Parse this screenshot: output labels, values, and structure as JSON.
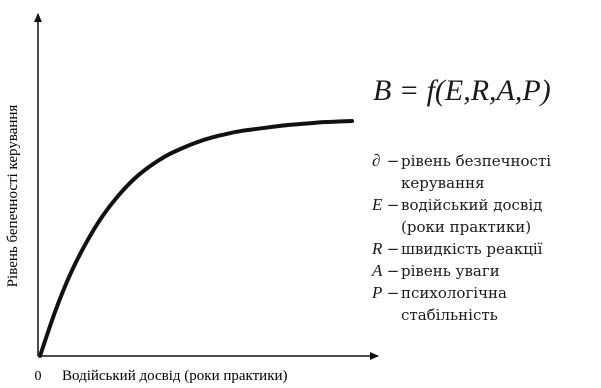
{
  "chart_data": {
    "type": "line",
    "title": "",
    "xlabel": "Водійський досвід (роки практики)",
    "ylabel": "Рівень бепечності керування",
    "x_tick_labels": [
      "0"
    ],
    "xlim": [
      0,
      10
    ],
    "ylim": [
      0,
      10
    ],
    "grid": false,
    "x": [
      0,
      0.5,
      1,
      1.5,
      2,
      2.5,
      3,
      3.5,
      4,
      4.5,
      5,
      5.5,
      6,
      6.5,
      7,
      7.5,
      8,
      8.5,
      9,
      9.5,
      10
    ],
    "series": [
      {
        "values": [
          0,
          1.8,
          3.3,
          4.5,
          5.5,
          6.3,
          6.95,
          7.45,
          7.85,
          8.15,
          8.4,
          8.6,
          8.75,
          8.87,
          8.95,
          9.03,
          9.1,
          9.15,
          9.2,
          9.23,
          9.25
        ],
        "color": "#111111"
      }
    ]
  },
  "formula": "B = f(E,R,A,P)",
  "legend": [
    {
      "symbol": "∂",
      "dash": "−",
      "text": "рівень безпечності\nкерування"
    },
    {
      "symbol": "E",
      "dash": "−",
      "text": "водійський досвід\n(роки практики)"
    },
    {
      "symbol": "R",
      "dash": "−",
      "text": "швидкість реакції"
    },
    {
      "symbol": "A",
      "dash": "−",
      "text": "рівень уваги"
    },
    {
      "symbol": "P",
      "dash": "−",
      "text": "психологічна\nстабільність"
    }
  ]
}
